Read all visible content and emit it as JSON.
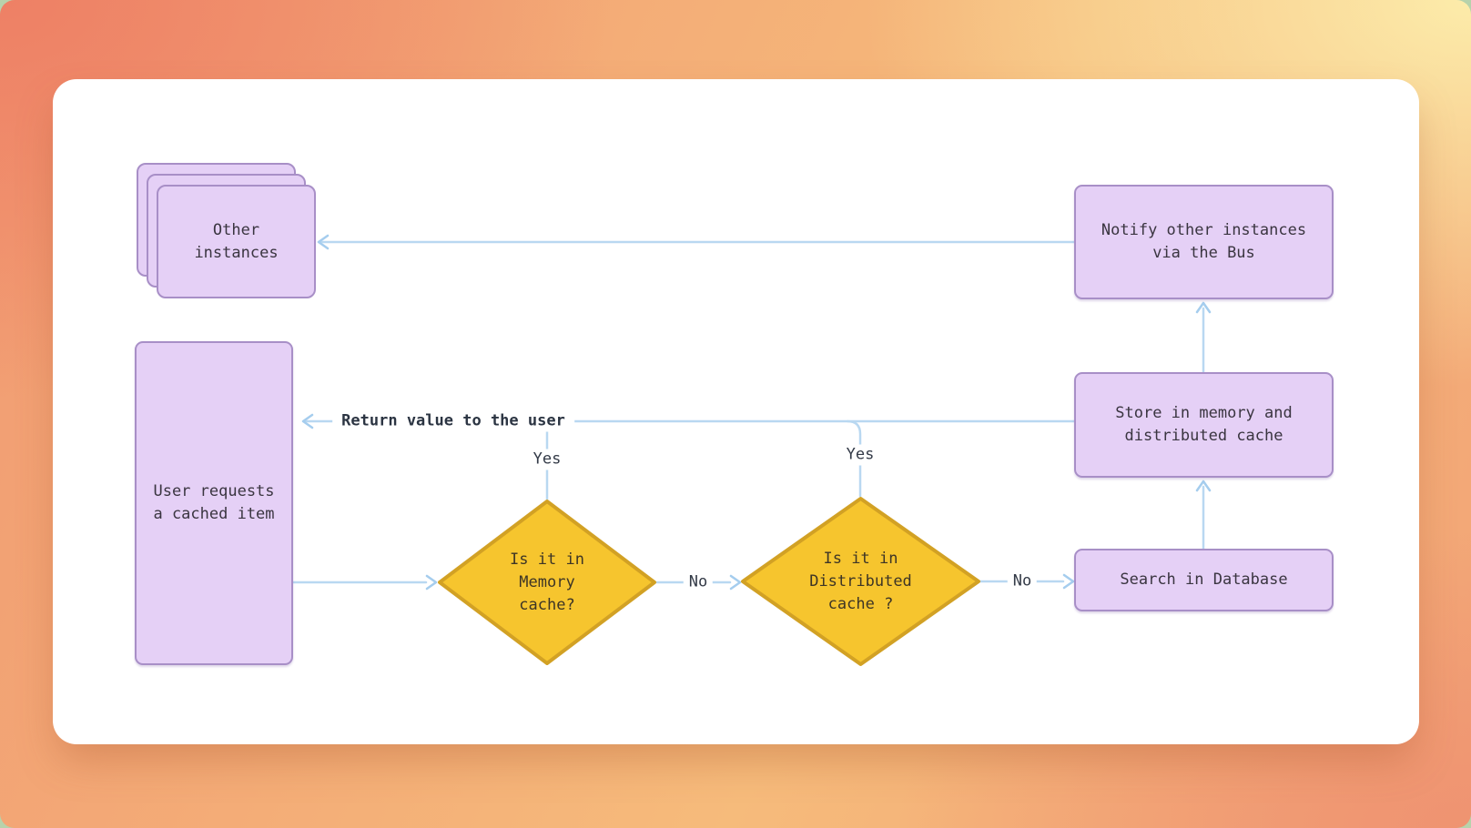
{
  "background": {
    "outer_corner_color": "#b7d2ab",
    "gradient_top_left": "#ee8065",
    "gradient_top_right": "#fcecaa",
    "gradient_bottom_left": "#f6bb7b",
    "gradient_bottom_right": "#ef9371",
    "panel_color": "#ffffff"
  },
  "palette": {
    "process_fill": "#e5d0f6",
    "process_border": "#a88fc7",
    "decision_fill": "#f6c52e",
    "decision_border": "#d2a124",
    "wire_blue": "#b9d8f1",
    "node_text": "#3a3540",
    "label_text": "#333a47"
  },
  "nodes": {
    "other_instances": {
      "label": "Other\ninstances"
    },
    "notify_bus": {
      "label": "Notify other instances\nvia the Bus"
    },
    "user_request": {
      "label": "User requests\na cached item"
    },
    "store_cache": {
      "label": "Store in memory and\ndistributed cache"
    },
    "search_db": {
      "label": "Search in Database"
    },
    "memory_decision": {
      "label": "Is it in\nMemory\ncache?"
    },
    "distributed_decision": {
      "label": "Is it in\nDistributed\ncache ?"
    }
  },
  "edge_labels": {
    "return_value": "Return value to the user",
    "memory_yes": "Yes",
    "distributed_yes": "Yes",
    "memory_no": "No",
    "distributed_no": "No"
  }
}
